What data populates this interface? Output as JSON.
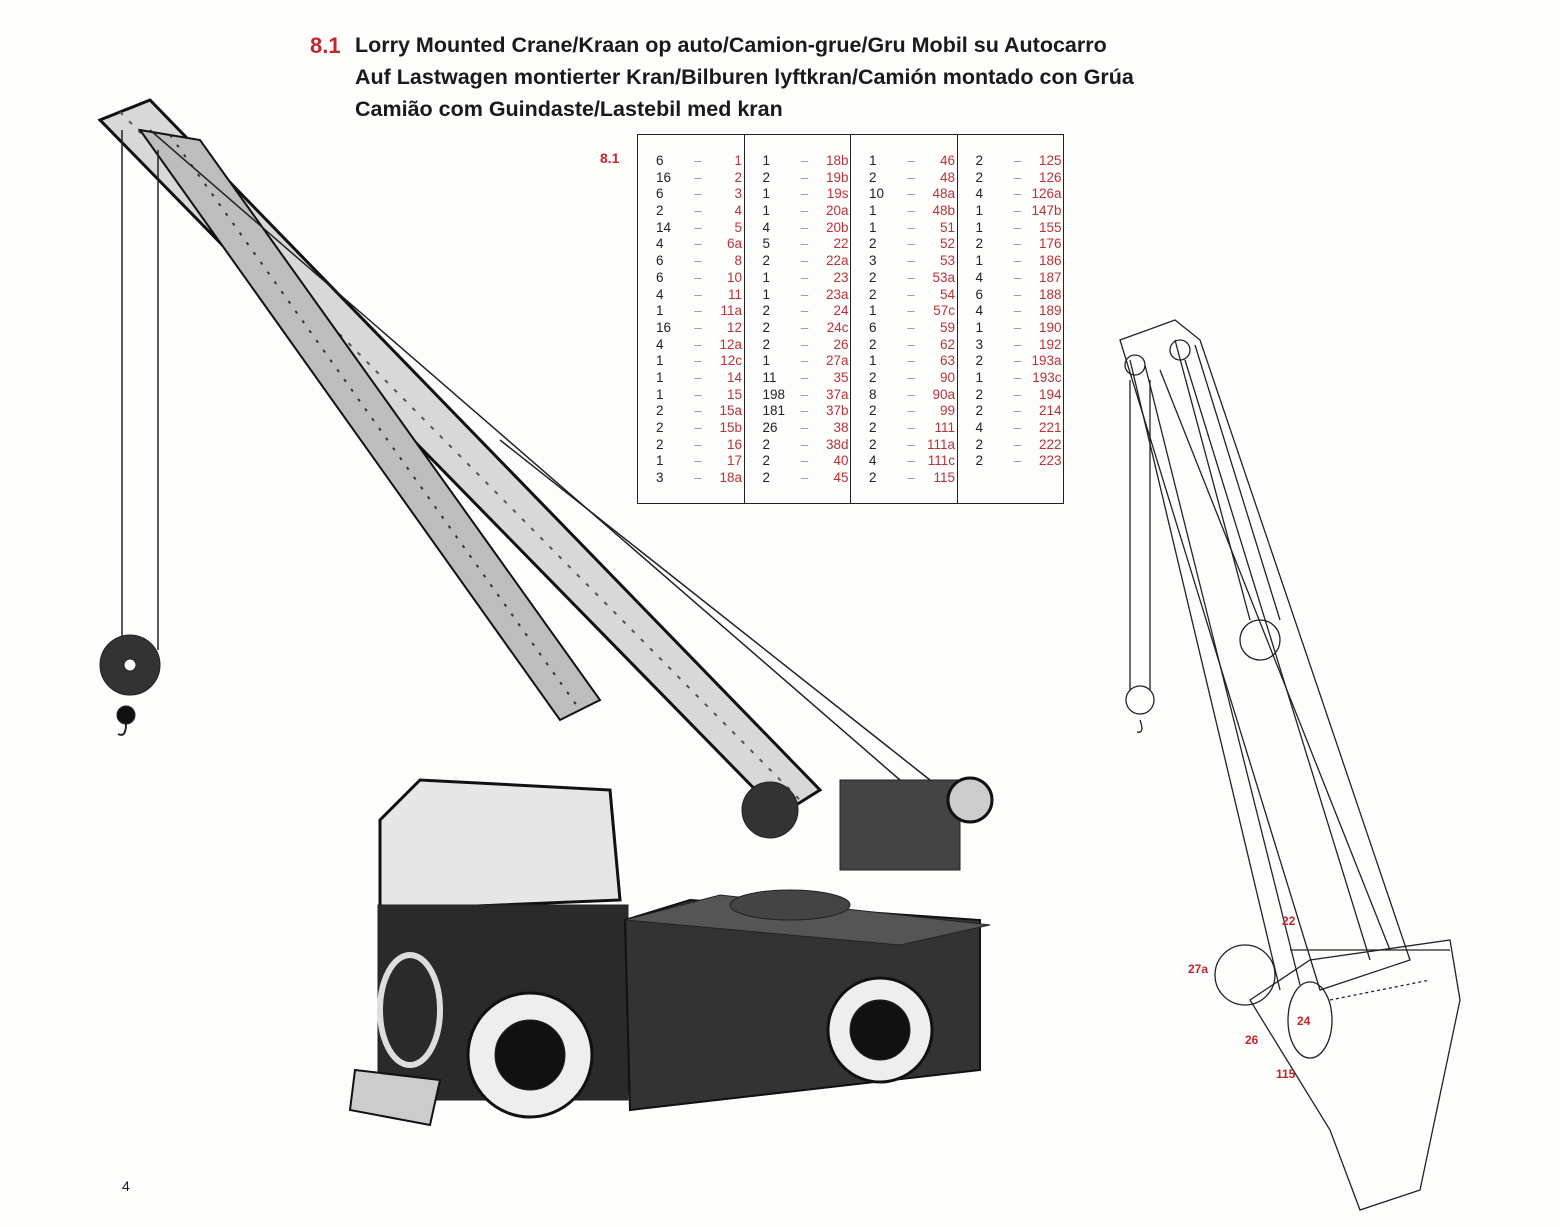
{
  "header": {
    "model_number": "8.1",
    "title_lines": [
      "Lorry Mounted Crane/Kraan op auto/Camion-grue/Gru Mobil su Autocarro",
      "Auf Lastwagen montierter Kran/Bilburen lyftkran/Camión montado con Grúa",
      "Camião com Guindaste/Lastebil med kran"
    ]
  },
  "parts_list": {
    "model_ref": "8.1",
    "columns": [
      [
        [
          "6",
          "1"
        ],
        [
          "16",
          "2"
        ],
        [
          "6",
          "3"
        ],
        [
          "2",
          "4"
        ],
        [
          "14",
          "5"
        ],
        [
          "4",
          "6a"
        ],
        [
          "6",
          "8"
        ],
        [
          "6",
          "10"
        ],
        [
          "4",
          "11"
        ],
        [
          "1",
          "11a"
        ],
        [
          "16",
          "12"
        ],
        [
          "4",
          "12a"
        ],
        [
          "1",
          "12c"
        ],
        [
          "1",
          "14"
        ],
        [
          "1",
          "15"
        ],
        [
          "2",
          "15a"
        ],
        [
          "2",
          "15b"
        ],
        [
          "2",
          "16"
        ],
        [
          "1",
          "17"
        ],
        [
          "3",
          "18a"
        ]
      ],
      [
        [
          "1",
          "18b"
        ],
        [
          "2",
          "19b"
        ],
        [
          "1",
          "19s"
        ],
        [
          "1",
          "20a"
        ],
        [
          "4",
          "20b"
        ],
        [
          "5",
          "22"
        ],
        [
          "2",
          "22a"
        ],
        [
          "1",
          "23"
        ],
        [
          "1",
          "23a"
        ],
        [
          "2",
          "24"
        ],
        [
          "2",
          "24c"
        ],
        [
          "2",
          "26"
        ],
        [
          "1",
          "27a"
        ],
        [
          "11",
          "35"
        ],
        [
          "198",
          "37a"
        ],
        [
          "181",
          "37b"
        ],
        [
          "26",
          "38"
        ],
        [
          "2",
          "38d"
        ],
        [
          "2",
          "40"
        ],
        [
          "2",
          "45"
        ]
      ],
      [
        [
          "1",
          "46"
        ],
        [
          "2",
          "48"
        ],
        [
          "10",
          "48a"
        ],
        [
          "1",
          "48b"
        ],
        [
          "1",
          "51"
        ],
        [
          "2",
          "52"
        ],
        [
          "3",
          "53"
        ],
        [
          "2",
          "53a"
        ],
        [
          "2",
          "54"
        ],
        [
          "1",
          "57c"
        ],
        [
          "6",
          "59"
        ],
        [
          "2",
          "62"
        ],
        [
          "1",
          "63"
        ],
        [
          "2",
          "90"
        ],
        [
          "8",
          "90a"
        ],
        [
          "2",
          "99"
        ],
        [
          "2",
          "111"
        ],
        [
          "2",
          "111a"
        ],
        [
          "4",
          "111c"
        ],
        [
          "2",
          "115"
        ]
      ],
      [
        [
          "2",
          "125"
        ],
        [
          "2",
          "126"
        ],
        [
          "4",
          "126a"
        ],
        [
          "1",
          "147b"
        ],
        [
          "1",
          "155"
        ],
        [
          "2",
          "176"
        ],
        [
          "1",
          "186"
        ],
        [
          "4",
          "187"
        ],
        [
          "6",
          "188"
        ],
        [
          "4",
          "189"
        ],
        [
          "1",
          "190"
        ],
        [
          "3",
          "192"
        ],
        [
          "2",
          "193a"
        ],
        [
          "1",
          "193c"
        ],
        [
          "2",
          "194"
        ],
        [
          "2",
          "214"
        ],
        [
          "4",
          "221"
        ],
        [
          "2",
          "222"
        ],
        [
          "2",
          "223"
        ]
      ]
    ]
  },
  "diagram_labels": {
    "l22": "22",
    "l27a": "27a",
    "l26": "26",
    "l24": "24",
    "l115": "115"
  },
  "page_number": "4",
  "colors": {
    "accent": "#c0272d"
  }
}
